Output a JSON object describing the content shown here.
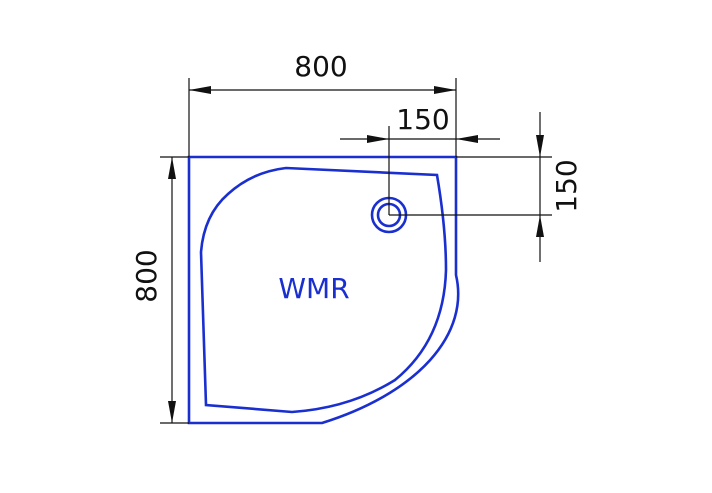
{
  "drawing": {
    "overall_width_label": "800",
    "overall_depth_label": "800",
    "drain_offset_x_label": "150",
    "drain_offset_y_label": "150",
    "model_code": "WMR",
    "line_color": "#1a2fd0",
    "dimension_color": "#111111"
  }
}
